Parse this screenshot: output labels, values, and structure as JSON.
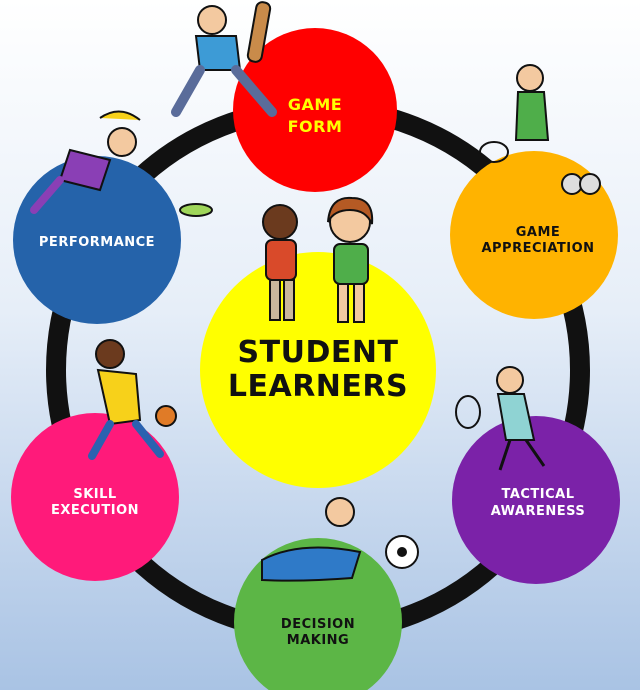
{
  "center": {
    "line1": "STUDENT",
    "line2": "LEARNERS",
    "color": "#ffff00"
  },
  "nodes": [
    {
      "line1": "GAME",
      "line2": "FORM",
      "color": "#ff0000",
      "text_color": "#ffff00"
    },
    {
      "line1": "GAME",
      "line2": "APPRECIATION",
      "color": "#ffb300",
      "text_color": "#111111"
    },
    {
      "line1": "TACTICAL",
      "line2": "AWARENESS",
      "color": "#7b22a8",
      "text_color": "#ffffff"
    },
    {
      "line1": "DECISION",
      "line2": "MAKING",
      "color": "#5cb646",
      "text_color": "#111111"
    },
    {
      "line1": "SKILL",
      "line2": "EXECUTION",
      "color": "#ff1a7a",
      "text_color": "#ffffff"
    },
    {
      "line1": "PERFORMANCE",
      "line2": "",
      "color": "#2563aa",
      "text_color": "#ffffff"
    }
  ],
  "ring_color": "#111111"
}
